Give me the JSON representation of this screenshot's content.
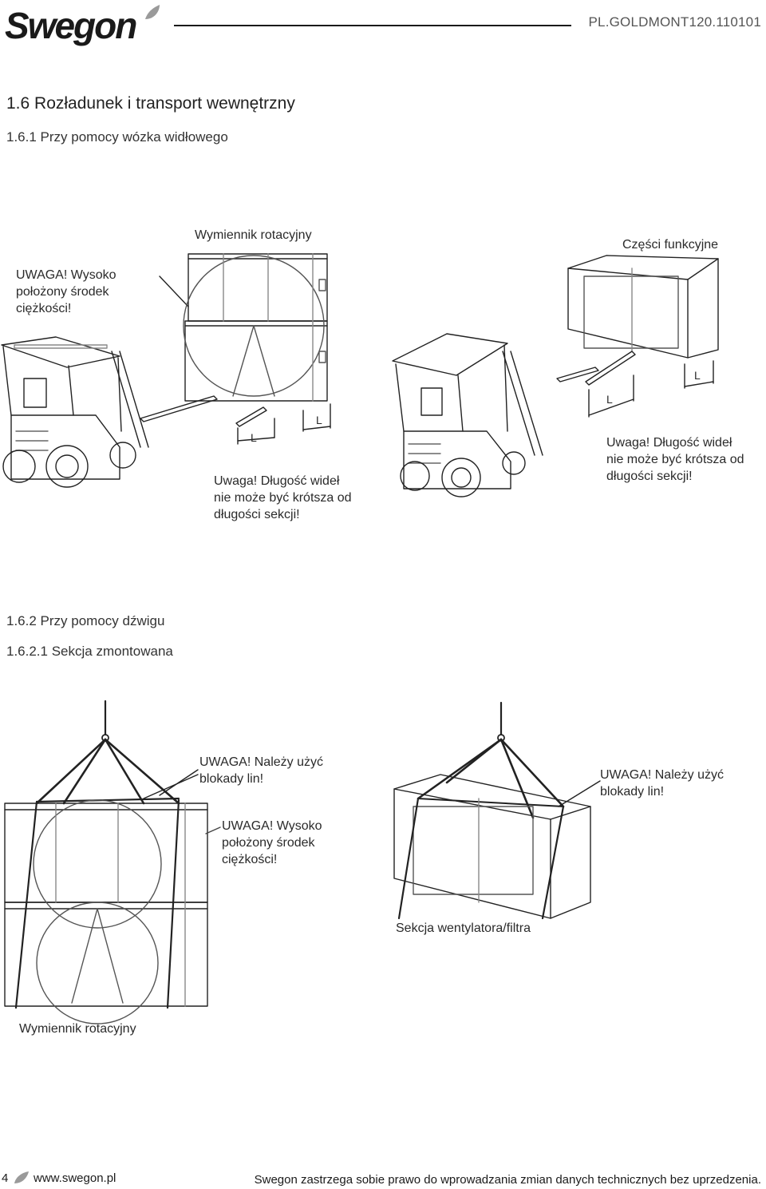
{
  "header": {
    "brand": "Swegon",
    "doc_id": "PL.GOLDMONT120.110101"
  },
  "sections": {
    "s1_6": "1.6 Rozładunek i transport wewnętrzny",
    "s1_6_1": "1.6.1 Przy pomocy wózka widłowego",
    "s1_6_2": "1.6.2 Przy pomocy dźwigu",
    "s1_6_2_1": "1.6.2.1 Sekcja zmontowana"
  },
  "figure1": {
    "label_rotary": "Wymiennik rotacyjny",
    "label_parts": "Części funkcyjne",
    "warn_gravity": [
      "UWAGA! Wysoko",
      "położony środek",
      "ciężkości!"
    ],
    "warn_forks_left": [
      "Uwaga! Długość wideł",
      "nie może być krótsza od",
      "długości sekcji!"
    ],
    "warn_forks_right": [
      "Uwaga! Długość wideł",
      "nie może być krótsza od",
      "długości sekcji!"
    ],
    "dim_label": "L"
  },
  "figure2": {
    "warn_locks_left": [
      "UWAGA! Należy użyć",
      "blokady lin!"
    ],
    "warn_locks_right": [
      "UWAGA! Należy użyć",
      "blokady lin!"
    ],
    "warn_gravity": [
      "UWAGA! Wysoko",
      "położony środek",
      "ciężkości!"
    ],
    "label_fan_filter": "Sekcja wentylatora/filtra",
    "label_rotary": "Wymiennik rotacyjny"
  },
  "footer": {
    "page_number": "4",
    "website": "www.swegon.pl",
    "disclaimer": "Swegon zastrzega sobie prawo do wprowadzania zmian danych technicznych bez uprzedzenia."
  },
  "colors": {
    "text": "#1a1a1a",
    "line": "#222222",
    "light_line": "#666666",
    "leaf": "#9a9a9a"
  }
}
